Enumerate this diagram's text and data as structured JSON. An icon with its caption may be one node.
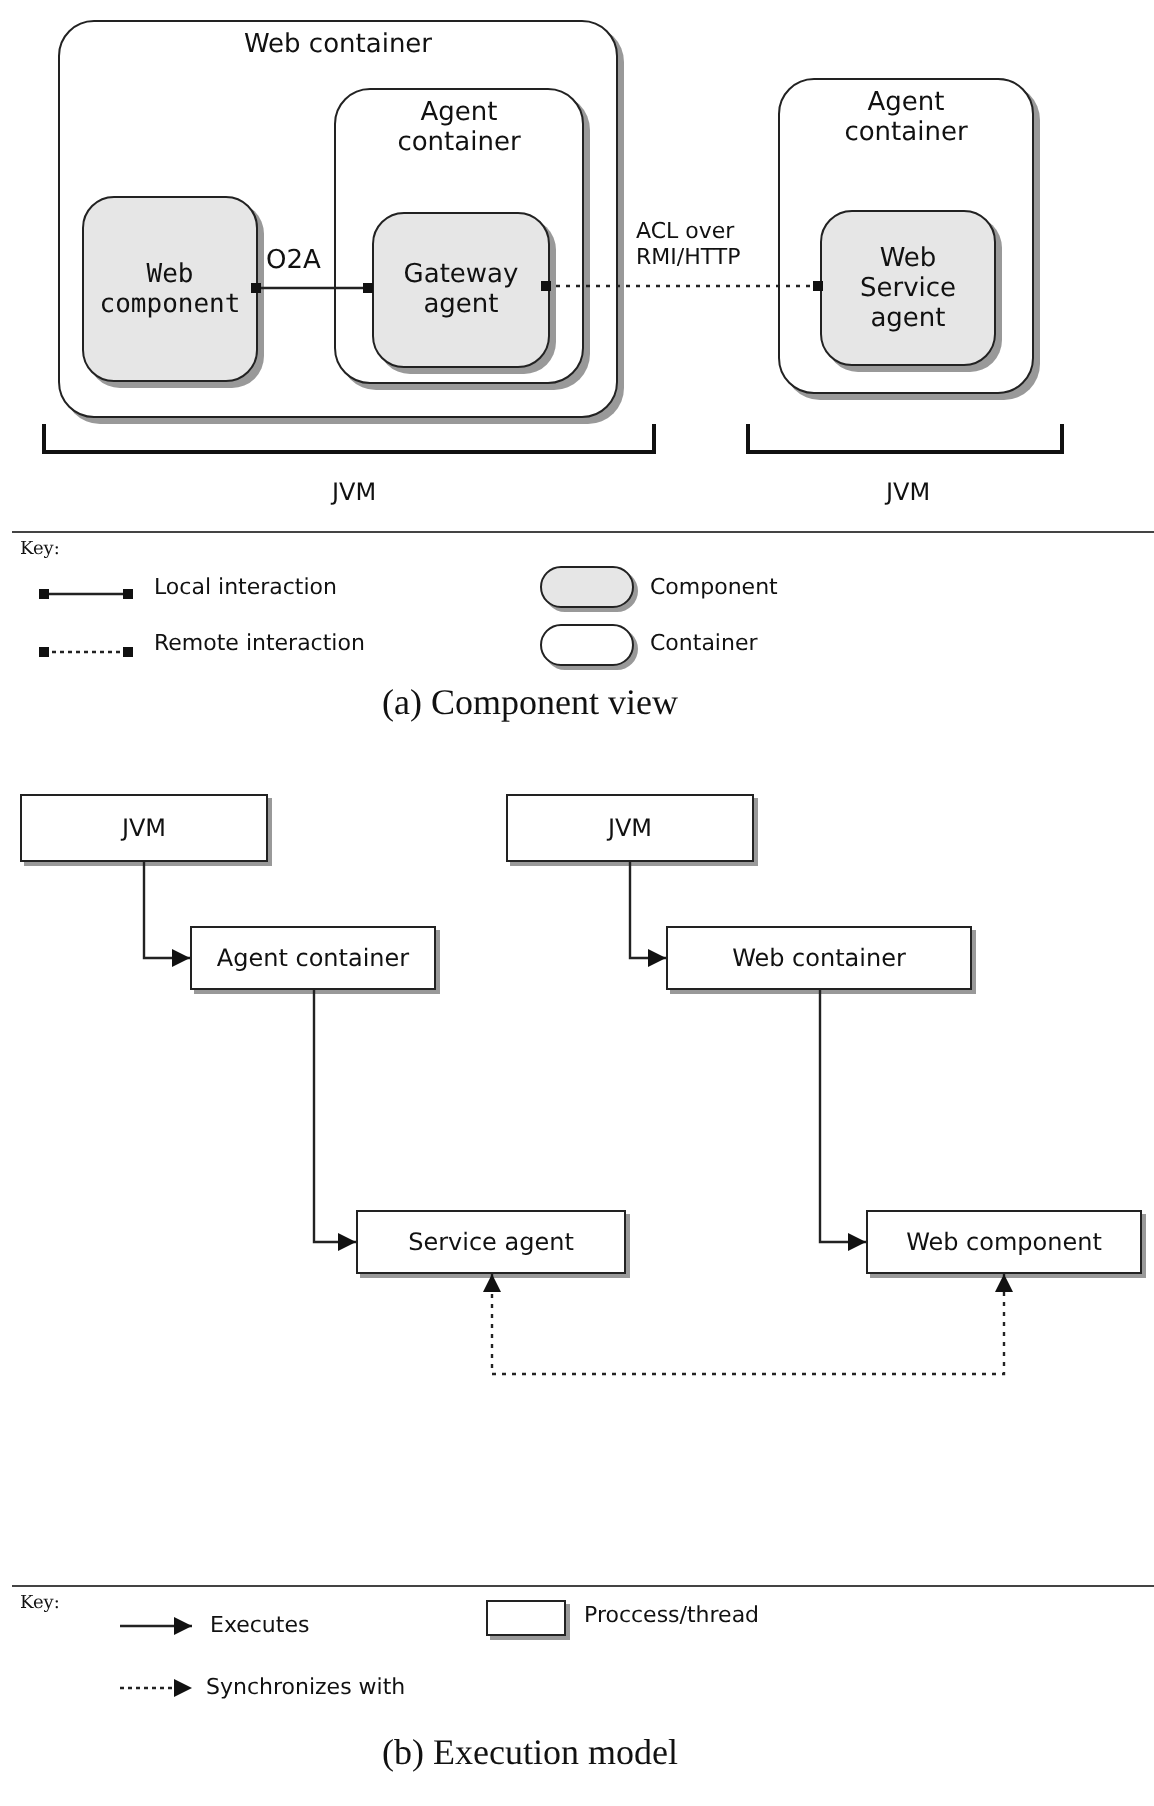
{
  "diagram": {
    "nodes": [
      {
        "text": [
          "Web container"
        ]
      },
      {
        "text": [
          "Web component"
        ],
        "in": 0
      },
      {
        "text": [
          "Agent container"
        ],
        "in": 0
      },
      {
        "text": [
          "Gateway agent"
        ],
        "in": 2
      },
      {
        "text": [
          "Agent container"
        ]
      },
      {
        "text": [
          "Web Service agent"
        ],
        "in": 4
      },
      {
        "text": [
          "JVM"
        ]
      },
      {
        "text": [
          "Agent container"
        ]
      },
      {
        "text": [
          "Service agent"
        ]
      },
      {
        "text": [
          "JVM"
        ]
      },
      {
        "text": [
          "Web container"
        ]
      },
      {
        "text": [
          "Web component"
        ]
      }
    ],
    "edges": [
      {
        "from": 1,
        "to": 3,
        "arrow": "other",
        "label": "O2A"
      },
      {
        "from": 3,
        "to": 5,
        "arrow": "other",
        "label": "ACL over RMI/HTTP",
        "style": "dashed"
      },
      {
        "from": 6,
        "to": 7,
        "arrow": "to"
      },
      {
        "from": 7,
        "to": 8,
        "arrow": "to"
      },
      {
        "from": 9,
        "to": 10,
        "arrow": "to"
      },
      {
        "from": 10,
        "to": 11,
        "arrow": "to"
      },
      {
        "from": 8,
        "to": 11,
        "arrow": "both",
        "style": "dashed"
      }
    ],
    "labels": [
      "JVM",
      "JVM",
      "Key:",
      "(a) Component view",
      "Key:",
      "(b) Execution model"
    ],
    "legend": [
      {
        "text": "Local interaction"
      },
      {
        "text": "Component"
      },
      {
        "text": "Remote interaction"
      },
      {
        "text": "Container"
      },
      {
        "text": "Executes"
      },
      {
        "text": "Proccess/thread"
      },
      {
        "text": "Synchronizes with"
      }
    ]
  }
}
